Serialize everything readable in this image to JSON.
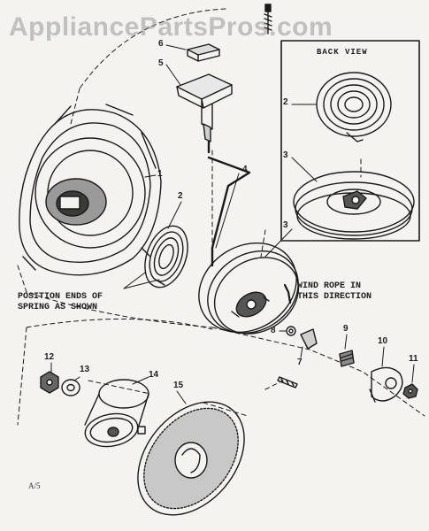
{
  "watermark": "AppliancePartsPros.com",
  "inset": {
    "title": "BACK VIEW"
  },
  "notes": {
    "spring_line1": "POSITION ENDS OF",
    "spring_line2": "SPRING AS SHOWN",
    "wind_line1": "WIND ROPE IN",
    "wind_line2": "THIS DIRECTION"
  },
  "callouts": {
    "c1": "1",
    "c2": "2",
    "c2b": "2",
    "c3": "3",
    "c3b": "3",
    "c4": "4",
    "c5": "5",
    "c6": "6",
    "c7": "7",
    "c8": "8",
    "c9": "9",
    "c10": "10",
    "c11": "11",
    "c12": "12",
    "c13": "13",
    "c14": "14",
    "c15": "15"
  },
  "figure_code": "A/5"
}
